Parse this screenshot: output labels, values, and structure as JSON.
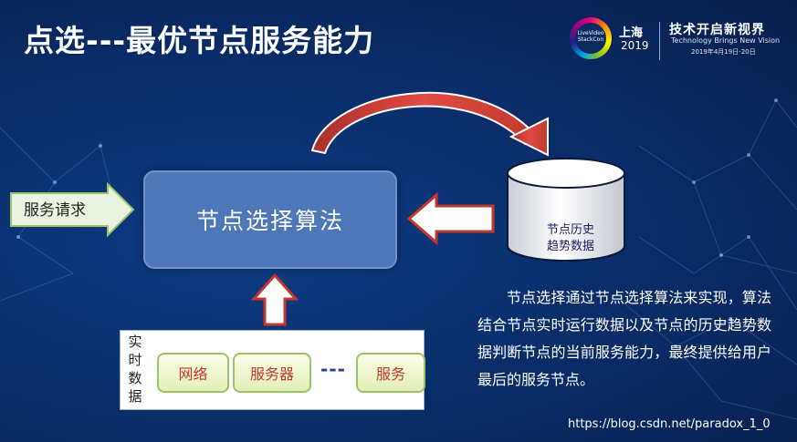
{
  "slide": {
    "title": "点选---最优节点服务能力"
  },
  "header": {
    "logo_text": "LiveVideo\nStackCon",
    "city": "上海",
    "year": "2019",
    "slogan_cn": "技术开启新视界",
    "slogan_en": "Technology Brings New Vision",
    "slogan_date": "2019年4月19日-20日"
  },
  "diagram": {
    "request_label": "服务请求",
    "algorithm_label": "节点选择算法",
    "history_db": {
      "line1": "节点历史",
      "line2": "趋势数据"
    },
    "realtime": {
      "label_chars": [
        "实",
        "时",
        "数",
        "据"
      ],
      "items": [
        "网络",
        "服务器",
        "服务"
      ],
      "ellipsis": "---"
    }
  },
  "description": "节点选择通过节点选择算法来实现，算法结合节点实时运行数据以及节点的历史趋势数据判断节点的当前服务能力，最终提供给用户最后的服务节点。",
  "watermark": "https://blog.csdn.net/paradox_1_0",
  "colors": {
    "background": "#0a2e6b",
    "algo_box": "#4f77b8",
    "curved_arrow": "#c0392b",
    "chip_text": "#c0392b",
    "db_text": "#1f1a66"
  }
}
